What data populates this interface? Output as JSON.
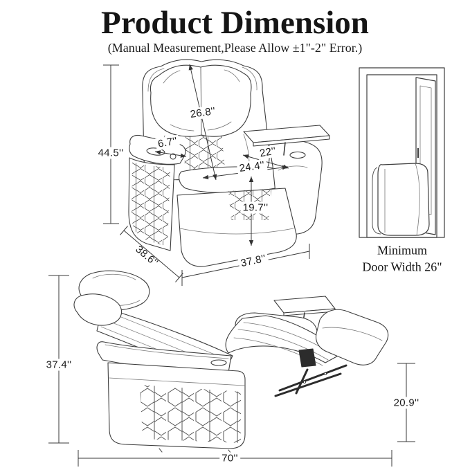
{
  "header": {
    "title": "Product Dimension",
    "subtitle": "(Manual Measurement,Please Allow ±1\"-2\" Error.)"
  },
  "measurements": {
    "upright": {
      "overall_height": "44.5''",
      "back_height": "26.8''",
      "armrest_width": "6.7''",
      "seat_depth": "22''",
      "seat_width": "24.4''",
      "seat_front_height": "19.7''",
      "overall_depth": "38.6''",
      "overall_width": "37.8''"
    },
    "doorway": {
      "caption_line1": "Minimum",
      "caption_line2": "Door Width 26\""
    },
    "reclined": {
      "overall_height": "37.4''",
      "footrest_height": "20.9''",
      "overall_length": "70''"
    }
  },
  "colors": {
    "background": "#ffffff",
    "ink": "#3d3d3d",
    "text": "#1b1b1b"
  }
}
